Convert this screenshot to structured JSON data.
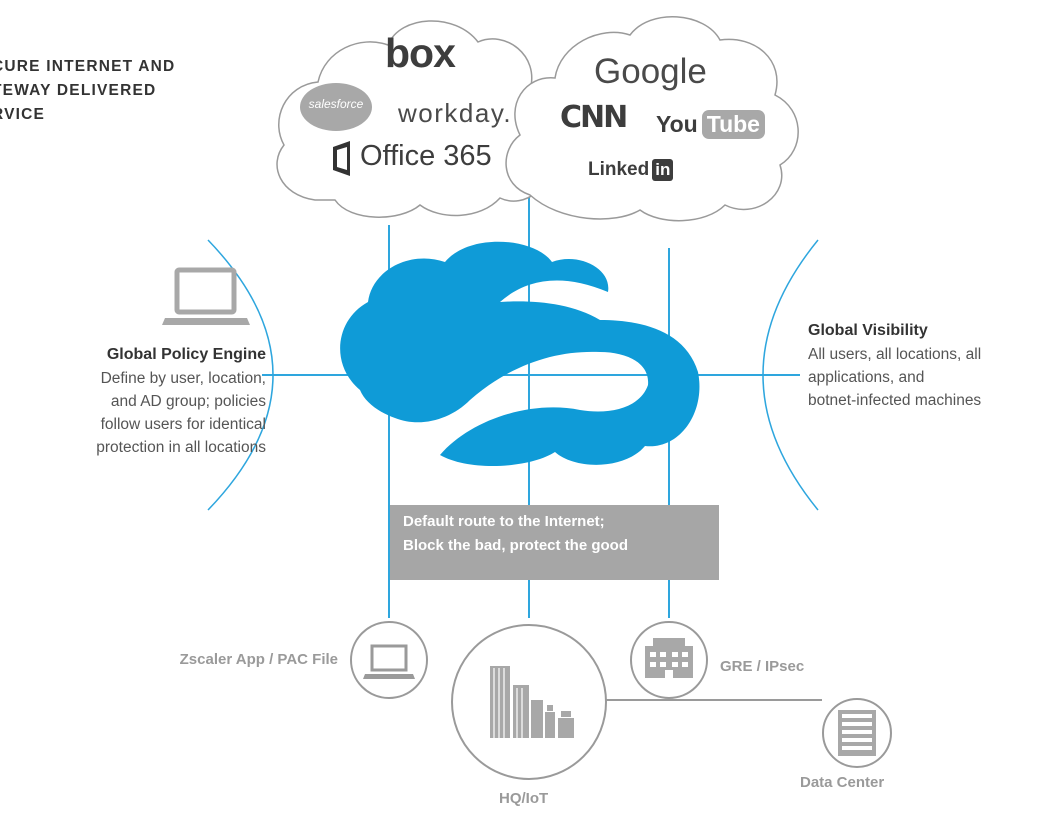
{
  "header": {
    "title_lines": [
      "CURE INTERNET AND",
      "TEWAY DELIVERED",
      "RVICE"
    ]
  },
  "clouds": {
    "left_logos": [
      "box",
      "salesforce",
      "workday.",
      "Office 365"
    ],
    "right_logos": [
      "Google",
      "CNN",
      "You",
      "Tube",
      "Linked",
      "in"
    ]
  },
  "left_panel": {
    "title": "Global Policy Engine",
    "lines": [
      "Define by user, location,",
      "and AD group; policies",
      "follow users for identical",
      "protection in all locations"
    ]
  },
  "right_panel": {
    "title": "Global Visibility",
    "lines": [
      "All users, all locations, all",
      "applications, and",
      "botnet-infected machines"
    ]
  },
  "banner": {
    "lines": [
      "Default route to the Internet;",
      "Block the bad, protect the good"
    ]
  },
  "nodes": {
    "app_label": "Zscaler App / PAC File",
    "hq_label": "HQ/IoT",
    "gre_label": "GRE / IPsec",
    "dc_label": "Data Center"
  },
  "colors": {
    "brand_blue": "#0f9bd7",
    "line_blue": "#2ea6de",
    "banner_grey": "#a6a6a6",
    "node_grey": "#9a9a9a",
    "cloud_outline": "#9a9a9a"
  },
  "icons": [
    "laptop-icon",
    "zscaler-cloud-logo",
    "buildings-icon",
    "office-building-icon",
    "server-icon",
    "office365-icon"
  ]
}
